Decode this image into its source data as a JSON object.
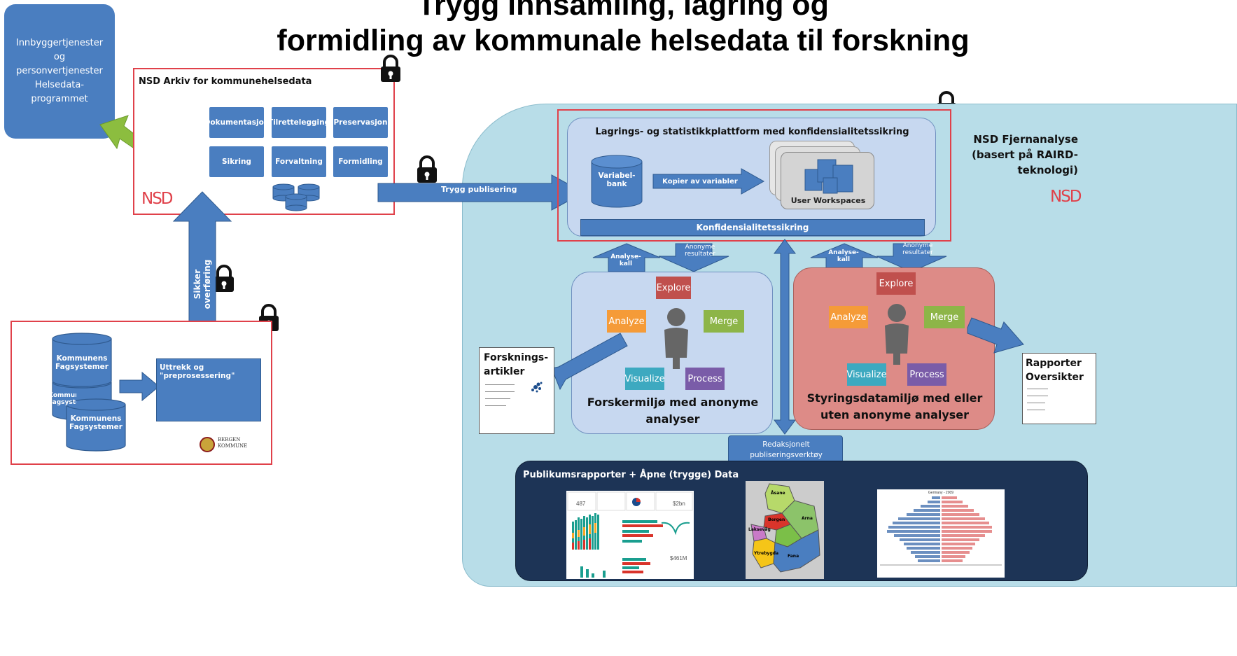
{
  "title": {
    "line1": "Trygg innsamling, lagring og",
    "line2": "formidling av kommunale helsedata til forskning"
  },
  "citizen_box": {
    "line1": "Innbyggertjenester",
    "line2": "og",
    "line3": "personvertjenester",
    "line4": "Helsedata-",
    "line5": "programmet"
  },
  "nsd_archive": {
    "title": "NSD Arkiv for kommunehelsedata",
    "functions": [
      "Dokumentasjon",
      "Tilrettelegging",
      "Preservasjon",
      "Sikring",
      "Forvaltning",
      "Formidling"
    ],
    "logo": "NSD"
  },
  "municipality": {
    "systems": [
      "Kommunens\nFagsystemer",
      "Kommunens\nFagsystemer",
      "Kommunens\nFagsystemer"
    ],
    "extract_label": "Uttrekk og \"preprosessering\"",
    "bergen_logo": "BERGEN\nKOMMUNE"
  },
  "arrows": {
    "secure_transfer": "Sikker overføring",
    "safe_publishing": "Trygg publisering",
    "copy_variables": "Kopier av variabler",
    "analysis_call": "Analyse-\nkall",
    "anonymous_results": "Anonyme\nresultater"
  },
  "remote_analysis": {
    "title": "NSD Fjernanalyse\n(basert på RAIRD-\nteknologi)",
    "logo": "NSD",
    "platform_title": "Lagrings- og statistikkplattform med konfidensialitetssikring",
    "variable_bank": "Variabel-\nbank",
    "user_workspaces": "User Workspaces",
    "confidentiality_bar": "Konfidensialitetssikring",
    "editorial_tool": "Redaksjonelt\npubliseringsverktøy"
  },
  "cycle": {
    "explore": "Explore",
    "merge": "Merge",
    "process": "Process",
    "visualize": "Visualize",
    "analyze": "Analyze"
  },
  "environments": {
    "research": "Forskermiljø med anonyme\nanalyser",
    "governance": "Styringsdatamiljø med eller\nuten anonyme analyser"
  },
  "outputs": {
    "research_articles": "Forsknings-\nartikler",
    "reports": "Rapporter\nOversikter"
  },
  "public": {
    "title": "Publikumsrapporter + Åpne (trygge) Data",
    "dashboard_values": [
      "487",
      "$2bn",
      "$461M"
    ],
    "map_labels": [
      "Åsane",
      "Bergen",
      "Laksevåg",
      "Ytrebygda",
      "Fana",
      "Arna"
    ],
    "pyramid_title": "Germany - 2009"
  },
  "colors": {
    "primary_blue": "#4a7ec0",
    "frame_red": "#e0414a",
    "arrow_green": "#8cbd3f",
    "remote_bg": "#b8dde8",
    "research_env": "#c7d8f0",
    "governance_env": "#dd8b87",
    "public_bg": "#1d3456",
    "explore": "#c0504d",
    "merge": "#8db548",
    "process": "#7a5ca8",
    "visualize": "#3da9c0",
    "analyze": "#f59b38"
  }
}
